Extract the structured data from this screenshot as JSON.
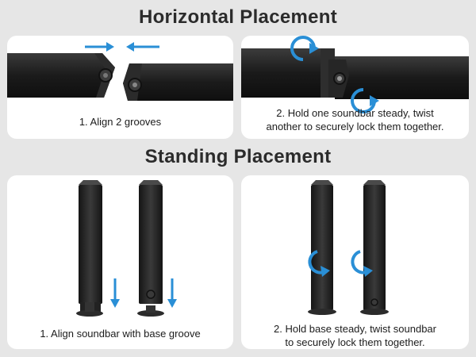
{
  "sections": {
    "horizontal_title": "Horizontal Placement",
    "standing_title": "Standing Placement"
  },
  "steps": {
    "horizontal_1": "1. Align 2 grooves",
    "horizontal_2_line1": "2. Hold one soundbar steady, twist",
    "horizontal_2_line2": "another to securely lock them together.",
    "standing_1": "1. Align soundbar with base groove",
    "standing_2_line1": "2. Hold base steady, twist soundbar",
    "standing_2_line2": "to securely lock them together."
  },
  "colors": {
    "background": "#e6e6e6",
    "panel": "#ffffff",
    "arrow_blue": "#2a8fd6",
    "soundbar": "#1e1e1e"
  },
  "icons": [
    "align-arrow-right-icon",
    "align-arrow-left-icon",
    "twist-arrow-icon",
    "down-arrow-icon"
  ]
}
